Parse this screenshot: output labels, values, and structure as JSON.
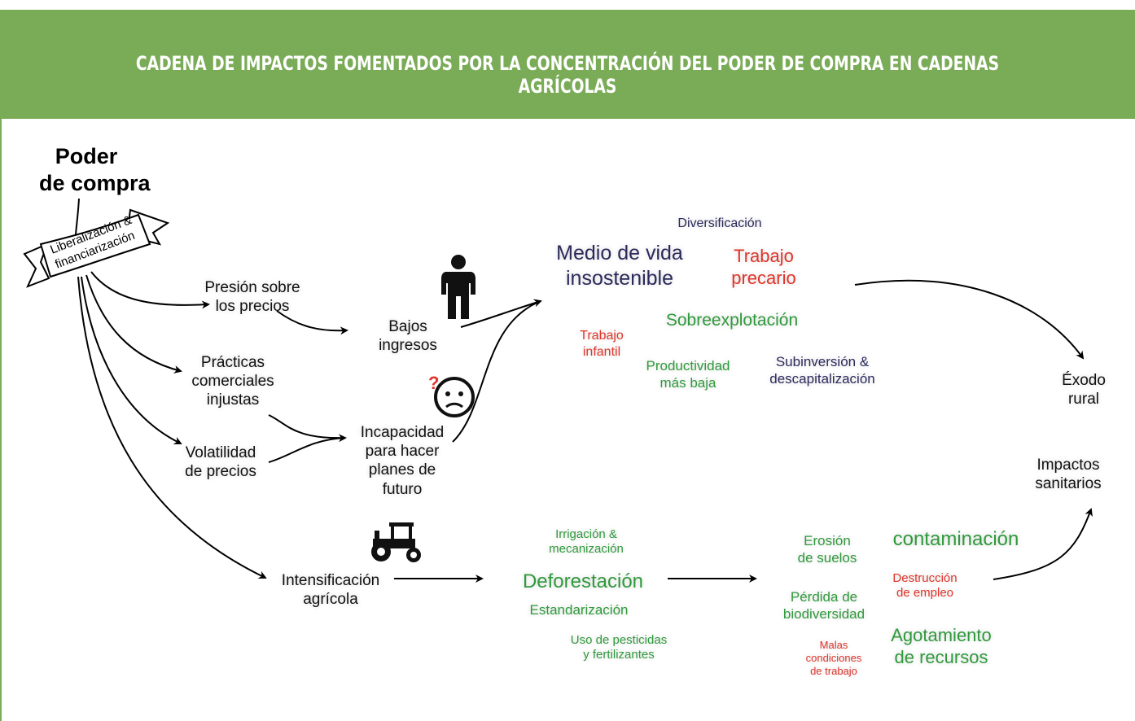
{
  "title": "Cadena de impactos fomentados por la concentración del poder de compra en cadenas agrícolas",
  "colors": {
    "header": "#7aab57",
    "dark": "#111111",
    "navy": "#2b2a5c",
    "red": "#e0352b",
    "green": "#2f9a3c"
  },
  "source": {
    "line1": "Poder",
    "line2": "de compra"
  },
  "banner": {
    "line1": "Liberalización &",
    "line2": "financiarización"
  },
  "causes": {
    "precios": [
      "Presión sobre",
      "los precios"
    ],
    "practicas": [
      "Prácticas",
      "comerciales",
      "injustas"
    ],
    "volatilidad": [
      "Volatilidad",
      "de precios"
    ],
    "intensificacion": [
      "Intensificación",
      "agrícola"
    ]
  },
  "intermediate": {
    "bajos": [
      "Bajos",
      "ingresos"
    ],
    "incapacidad": [
      "Incapacidad",
      "para hacer",
      "planes de",
      "futuro"
    ]
  },
  "livelihood": {
    "diversificacion": "Diversificación",
    "medio": [
      "Medio de vida",
      "insostenible"
    ],
    "precario": [
      "Trabajo",
      "precario"
    ],
    "sobreexplotacion": "Sobreexplotación",
    "infantil": [
      "Trabajo",
      "infantil"
    ],
    "productividad": [
      "Productividad",
      "más baja"
    ],
    "subinversion": [
      "Subinversión &",
      "descapitalización"
    ]
  },
  "practices": {
    "irrigacion": [
      "Irrigación &",
      "mecanización"
    ],
    "deforestacion": "Deforestación",
    "estandarizacion": "Estandarización",
    "pesticidas": [
      "Uso de pesticidas",
      "y fertilizantes"
    ]
  },
  "environment": {
    "erosion": [
      "Erosión",
      "de suelos"
    ],
    "contaminacion": "contaminación",
    "destruccion": [
      "Destrucción",
      "de empleo"
    ],
    "biodiversidad": [
      "Pérdida de",
      "biodiversidad"
    ],
    "malas": [
      "Malas",
      "condiciones",
      "de trabajo"
    ],
    "agotamiento": [
      "Agotamiento",
      "de recursos"
    ]
  },
  "outcomes": {
    "exodo": [
      "Éxodo",
      "rural"
    ],
    "sanitarios": [
      "Impactos",
      "sanitarios"
    ]
  },
  "icons": [
    "person-icon",
    "confused-face-icon",
    "tractor-icon"
  ]
}
